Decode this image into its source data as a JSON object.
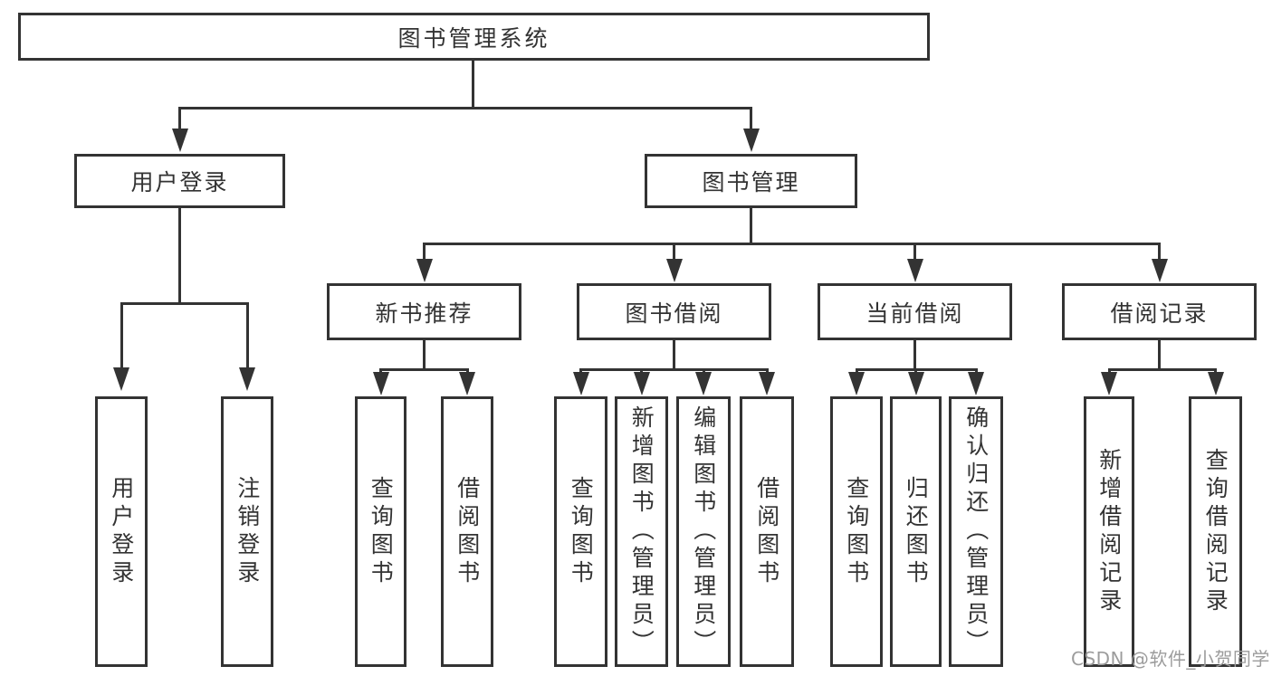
{
  "diagram": {
    "root": {
      "label": "图书管理系统"
    },
    "level2": [
      {
        "label": "用户登录"
      },
      {
        "label": "图书管理"
      }
    ],
    "level3": [
      {
        "label": "新书推荐"
      },
      {
        "label": "图书借阅"
      },
      {
        "label": "当前借阅"
      },
      {
        "label": "借阅记录"
      }
    ],
    "leaves": {
      "user_login": [
        "用户登录",
        "注销登录"
      ],
      "new_books": [
        "查询图书",
        "借阅图书"
      ],
      "book_borrow": [
        "查询图书",
        "新增图书（管理员）",
        "编辑图书（管理员）",
        "借阅图书"
      ],
      "current_borrow": [
        "查询图书",
        "归还图书",
        "确认归还（管理员）"
      ],
      "borrow_records": [
        "新增借阅记录",
        "查询借阅记录"
      ]
    }
  },
  "watermark": {
    "text": "CSDN @软件_小贺同学"
  },
  "colors": {
    "line": "#333333",
    "text": "#333333",
    "background": "#ffffff",
    "watermark": "#9c9c9c"
  }
}
